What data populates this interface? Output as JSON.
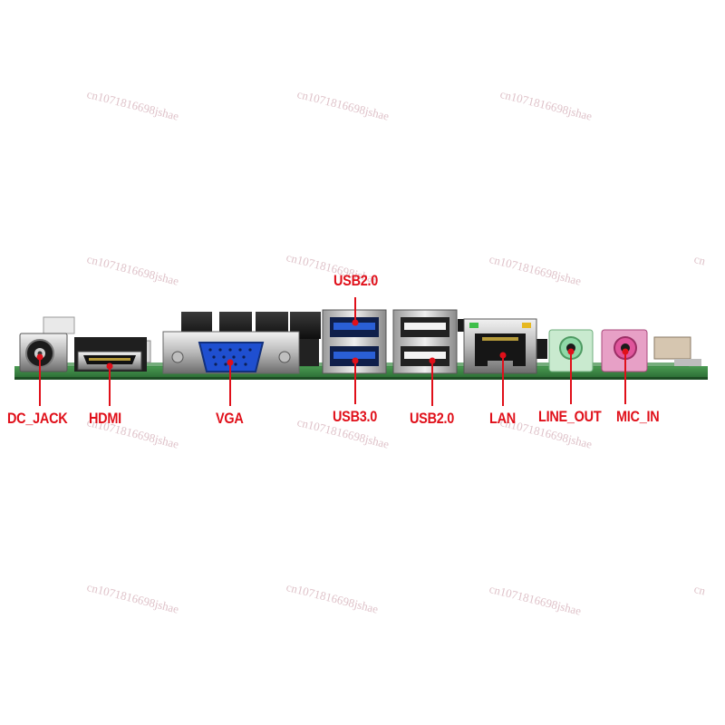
{
  "labels": {
    "dc_jack": "DC_JACK",
    "hdmi": "HDMI",
    "vga": "VGA",
    "usb20_top": "USB2.0",
    "usb30": "USB3.0",
    "usb20": "USB2.0",
    "lan": "LAN",
    "line_out": "LINE_OUT",
    "mic_in": "MIC_IN"
  },
  "watermark": {
    "text": "cn1071816698jshae",
    "edge_fragment": "cn"
  },
  "colors": {
    "label": "#e0101a",
    "pcb": "#2f7a3a",
    "usb3_blue": "#2a5fd6",
    "vga_blue": "#1f4fd0",
    "mic_pink": "#e0559c",
    "line_green": "#8fd9a8"
  }
}
